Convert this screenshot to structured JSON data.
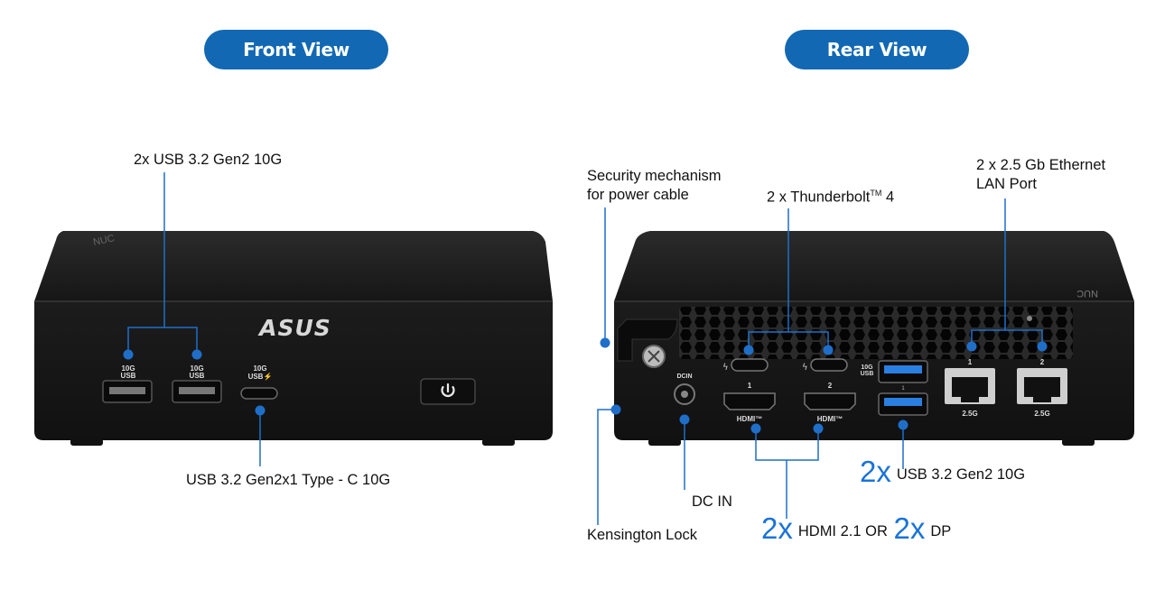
{
  "headers": {
    "front": "Front View",
    "rear": "Rear View"
  },
  "front": {
    "usb_top": "2x USB 3.2 Gen2 10G",
    "usb_c": "USB 3.2 Gen2x1 Type - C 10G",
    "brand": "ASUS",
    "port_label_usb": "10G\nUSB",
    "port_label_usbc": "10G\nUSB⚡"
  },
  "rear": {
    "security_l1": "Security mechanism",
    "security_l2": "for power cable",
    "thunderbolt": "2 x Thunderbolt",
    "thunderbolt_tm": "TM",
    "thunderbolt_ver": " 4",
    "ethernet_l1": "2 x 2.5 Gb Ethernet",
    "ethernet_l2": "LAN Port",
    "usb_count": "2x",
    "usb_text": "USB 3.2 Gen2 10G",
    "dc_in": "DC IN",
    "kensington": "Kensington Lock",
    "hdmi_count": "2x",
    "hdmi_text": "HDMI 2.1 OR",
    "dp_count": "2x",
    "dp_text": "DP",
    "dcin_port": "DCIN",
    "hdmi_logo": "HDMI™",
    "lan_speed": "2.5G",
    "port_num_1": "1",
    "port_num_2": "2",
    "usb_port_label": "10G\nUSB"
  },
  "colors": {
    "accent": "#1268b3",
    "dot": "#1f6fc9",
    "device": "#1a1a1a"
  }
}
